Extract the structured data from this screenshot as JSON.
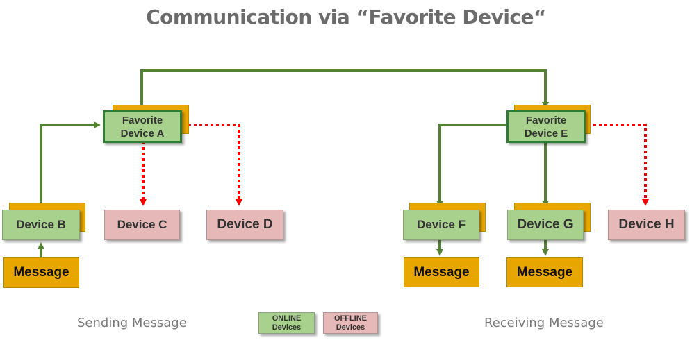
{
  "title": "Communication via “Favorite Device“",
  "devices": {
    "a": "Favorite\nDevice A",
    "b": "Device B",
    "c": "Device C",
    "d": "Device D",
    "e": "Favorite\nDevice E",
    "f": "Device F",
    "g": "Device G",
    "h": "Device H"
  },
  "messages": {
    "sender": "Message",
    "receiver_f": "Message",
    "receiver_g": "Message"
  },
  "captions": {
    "sending": "Sending Message",
    "receiving": "Receiving Message"
  },
  "legend": {
    "online": "ONLINE\nDevices",
    "offline": "OFFLINE\nDevices"
  },
  "colors": {
    "online": "#a9d18e",
    "offline": "#e6b9b8",
    "message": "#e8a700",
    "online_link": "#548235",
    "offline_link": "#ff0000",
    "favorite_border": "#2e7d32"
  }
}
